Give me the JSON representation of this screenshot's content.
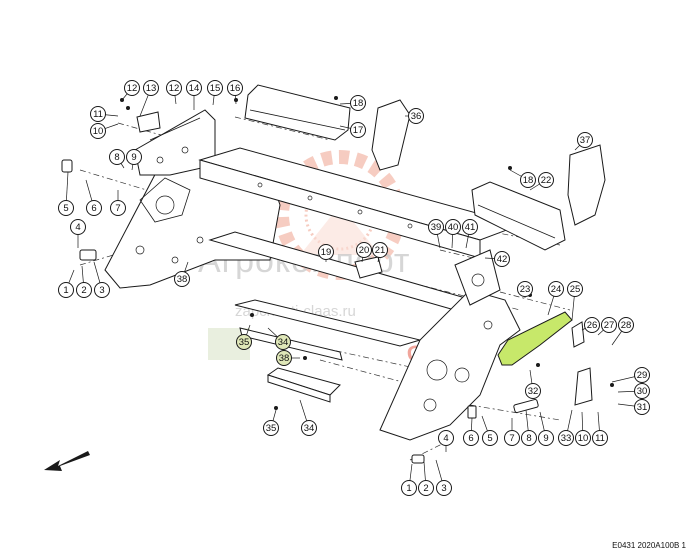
{
  "drawing_code": "E0431 2020A100B 1",
  "watermark": {
    "main": "Агрокомпорт",
    "sub": "zapchasti-claas.ru",
    "brand": "CLAAS"
  },
  "colors": {
    "highlight_part": "#c7e86a",
    "highlight_callout": "#dfe7b8",
    "watermark_gear": "#f0a48f",
    "watermark_text": "#c9c9c9"
  },
  "callouts": [
    {
      "label": "12"
    },
    {
      "label": "13"
    },
    {
      "label": "12"
    },
    {
      "label": "14"
    },
    {
      "label": "15"
    },
    {
      "label": "16"
    },
    {
      "label": "11"
    },
    {
      "label": "10"
    },
    {
      "label": "18"
    },
    {
      "label": "17"
    },
    {
      "label": "36"
    },
    {
      "label": "37"
    },
    {
      "label": "8"
    },
    {
      "label": "9"
    },
    {
      "label": "5"
    },
    {
      "label": "6"
    },
    {
      "label": "7"
    },
    {
      "label": "18"
    },
    {
      "label": "22"
    },
    {
      "label": "4"
    },
    {
      "label": "1"
    },
    {
      "label": "2"
    },
    {
      "label": "3"
    },
    {
      "label": "38"
    },
    {
      "label": "19"
    },
    {
      "label": "20"
    },
    {
      "label": "21"
    },
    {
      "label": "39"
    },
    {
      "label": "40"
    },
    {
      "label": "41"
    },
    {
      "label": "42"
    },
    {
      "label": "35"
    },
    {
      "label": "34"
    },
    {
      "label": "38"
    },
    {
      "label": "23"
    },
    {
      "label": "24"
    },
    {
      "label": "25"
    },
    {
      "label": "26"
    },
    {
      "label": "27"
    },
    {
      "label": "28"
    },
    {
      "label": "32"
    },
    {
      "label": "29"
    },
    {
      "label": "30"
    },
    {
      "label": "31"
    },
    {
      "label": "35"
    },
    {
      "label": "34"
    },
    {
      "label": "6"
    },
    {
      "label": "5"
    },
    {
      "label": "7"
    },
    {
      "label": "8"
    },
    {
      "label": "9"
    },
    {
      "label": "33"
    },
    {
      "label": "10"
    },
    {
      "label": "11"
    },
    {
      "label": "4"
    },
    {
      "label": "1"
    },
    {
      "label": "2"
    },
    {
      "label": "3"
    }
  ]
}
